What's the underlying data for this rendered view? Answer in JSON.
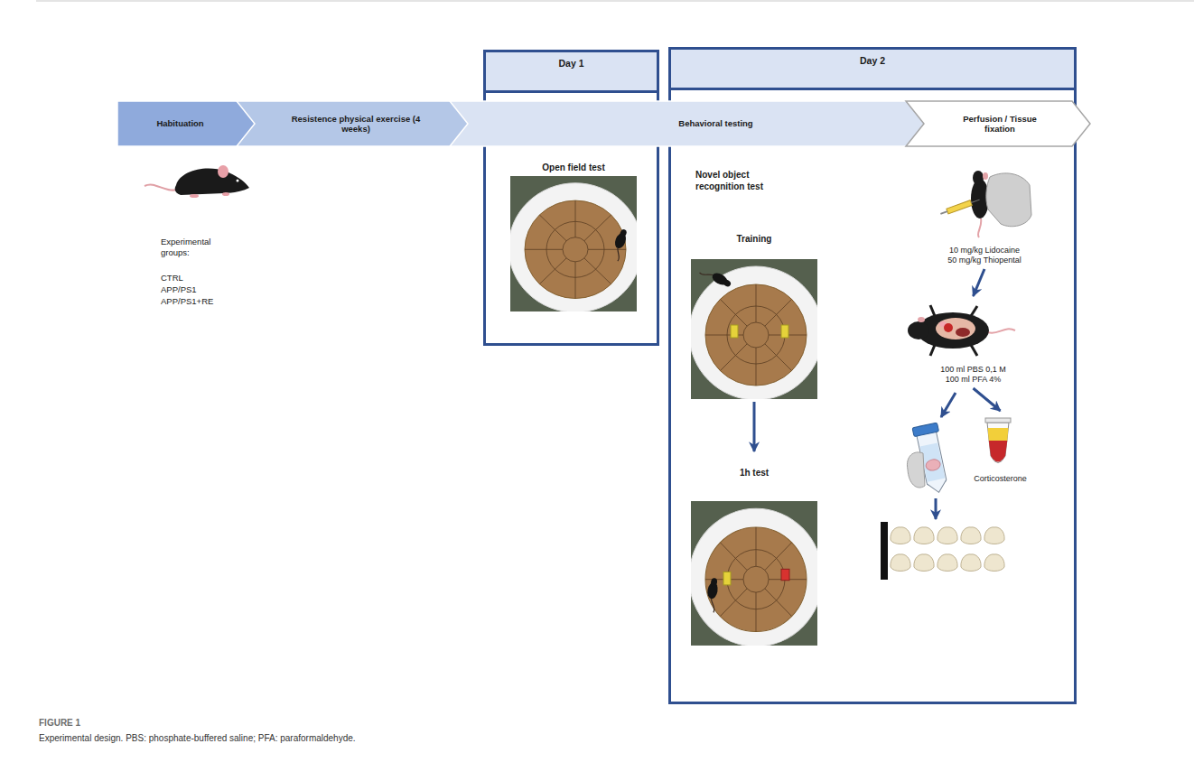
{
  "diagram": {
    "caption": "Experimental design. PBS: phosphate-buffered saline; PFA: paraformaldehyde.",
    "nodes": [
      {
        "text": [
          "Habituation"
        ]
      },
      {
        "text": [
          "Resistence physical exercise (4 weeks)"
        ]
      },
      {
        "text": [
          "Behavioral testing"
        ]
      },
      {
        "text": [
          "Perfusion / Tissue fixation"
        ]
      },
      {
        "text": [
          "Day 1"
        ]
      },
      {
        "text": [
          "Day 2"
        ]
      },
      {
        "text": [
          "Training"
        ],
        "in": 5
      },
      {
        "text": [
          "1h test"
        ],
        "in": 5
      },
      {
        "text": [
          "10 mg/kg Lidocaine",
          "50 mg/kg Thiopental"
        ],
        "in": 5
      },
      {
        "text": [
          "100 ml PBS 0,1 M",
          "100 ml PFA 4%"
        ],
        "in": 5
      },
      {
        "text": [
          "Corticosterone"
        ],
        "in": 5
      }
    ],
    "edges": [
      {
        "from": 6,
        "to": 7,
        "arrow": "to"
      },
      {
        "from": 8,
        "to": 9,
        "arrow": "to"
      },
      {
        "from": 9,
        "to": 10,
        "arrow": "to"
      }
    ],
    "labels": [
      "Experimental groups:",
      "CTRL",
      "APP/PS1",
      "APP/PS1+RE",
      "Open field test",
      "Novel object recognition test",
      "FIGURE 1"
    ]
  }
}
